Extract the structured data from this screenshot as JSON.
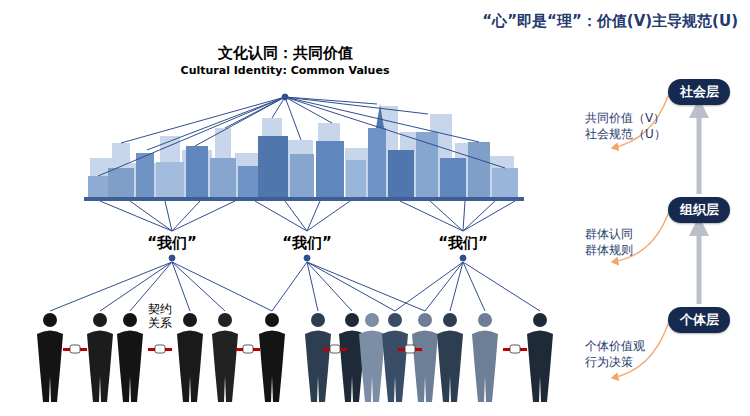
{
  "diagram": {
    "title": "“心”即是“理”：价值(V)主导规范(U)",
    "nodes": [
      {
        "text": [
          "社会层"
        ]
      },
      {
        "text": [
          "组织层"
        ]
      },
      {
        "text": [
          "个体层"
        ]
      }
    ],
    "edges": [
      {
        "from": 2,
        "to": 1,
        "arrow": "to"
      },
      {
        "from": 1,
        "to": 0,
        "arrow": "to"
      }
    ],
    "labels": [
      "文化认同：共同价值",
      "Cultural Identity: Common Values",
      "“我们”",
      "“我们”",
      "“我们”",
      "契约 关系",
      "共同价值（V）",
      "社会规范（U）",
      "群体认同",
      "群体规则",
      "个体价值观",
      "行为决策"
    ]
  }
}
